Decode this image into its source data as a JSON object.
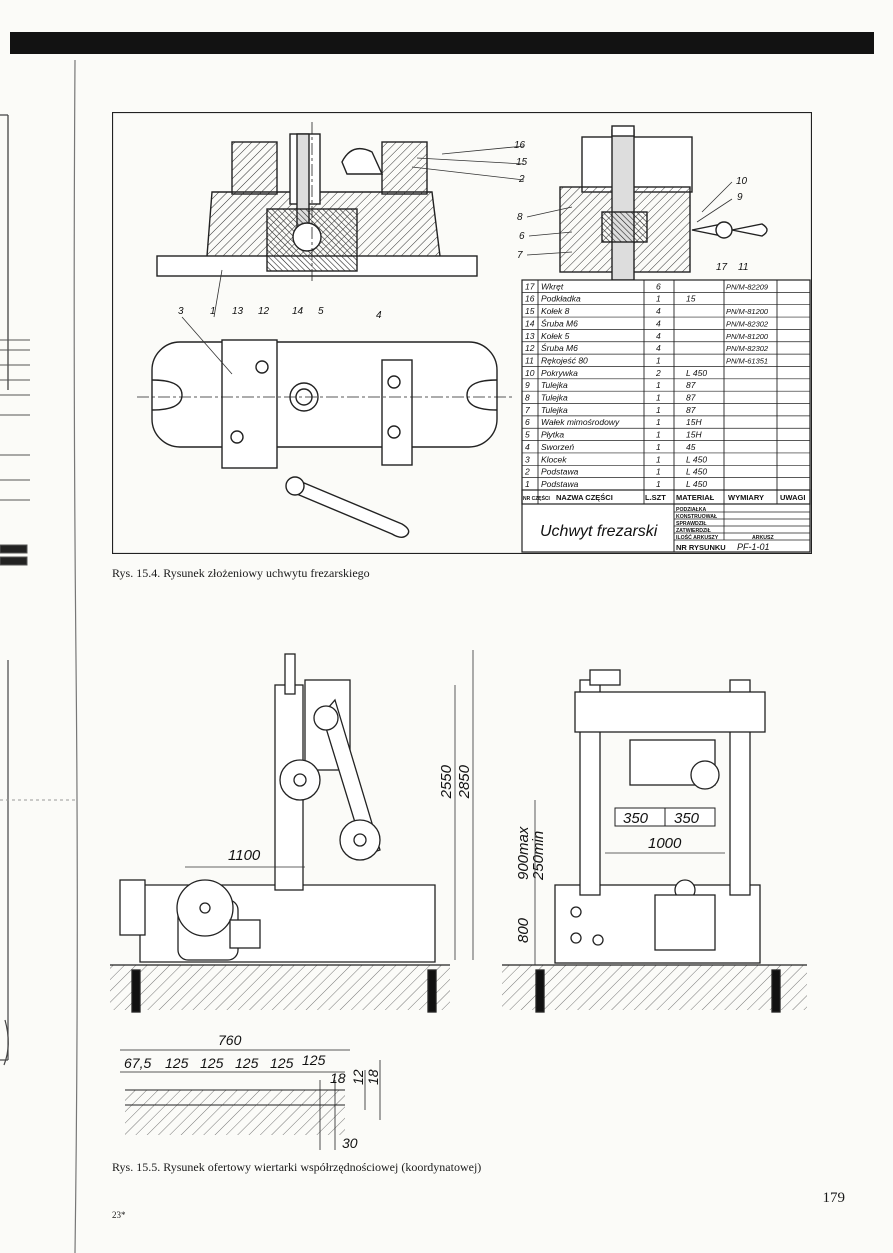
{
  "figure1": {
    "caption": "Rys. 15.4. Rysunek złożeniowy uchwytu frezarskiego",
    "callouts": [
      "16",
      "15",
      "2",
      "10",
      "9",
      "8",
      "6",
      "7",
      "17",
      "11",
      "3",
      "1",
      "13",
      "12",
      "14",
      "5",
      "4"
    ],
    "parts_table": {
      "rows": [
        {
          "no": "17",
          "name": "Wkręt",
          "qty": "6",
          "material": "",
          "dims": "PN/M-82209"
        },
        {
          "no": "16",
          "name": "Podkładka",
          "qty": "1",
          "material": "15",
          "dims": ""
        },
        {
          "no": "15",
          "name": "Kołek 8",
          "qty": "4",
          "material": "",
          "dims": "PN/M-81200"
        },
        {
          "no": "14",
          "name": "Śruba M6",
          "qty": "4",
          "material": "",
          "dims": "PN/M-82302"
        },
        {
          "no": "13",
          "name": "Kołek 5",
          "qty": "4",
          "material": "",
          "dims": "PN/M-81200"
        },
        {
          "no": "12",
          "name": "Śruba M6",
          "qty": "4",
          "material": "",
          "dims": "PN/M-82302"
        },
        {
          "no": "11",
          "name": "Rękojeść 80",
          "qty": "1",
          "material": "",
          "dims": "PN/M-61351"
        },
        {
          "no": "10",
          "name": "Pokrywka",
          "qty": "2",
          "material": "L 450",
          "dims": ""
        },
        {
          "no": "9",
          "name": "Tulejka",
          "qty": "1",
          "material": "87",
          "dims": ""
        },
        {
          "no": "8",
          "name": "Tulejka",
          "qty": "1",
          "material": "87",
          "dims": ""
        },
        {
          "no": "7",
          "name": "Tulejka",
          "qty": "1",
          "material": "87",
          "dims": ""
        },
        {
          "no": "6",
          "name": "Wałek mimośrodowy",
          "qty": "1",
          "material": "15H",
          "dims": ""
        },
        {
          "no": "5",
          "name": "Płytka",
          "qty": "1",
          "material": "15H",
          "dims": ""
        },
        {
          "no": "4",
          "name": "Sworzeń",
          "qty": "1",
          "material": "45",
          "dims": ""
        },
        {
          "no": "3",
          "name": "Klocek",
          "qty": "1",
          "material": "L 450",
          "dims": ""
        },
        {
          "no": "2",
          "name": "Podstawa",
          "qty": "1",
          "material": "L 450",
          "dims": ""
        },
        {
          "no": "1",
          "name": "Podstawa",
          "qty": "1",
          "material": "L 450",
          "dims": ""
        }
      ],
      "header": {
        "no": "NR CZĘŚCI",
        "name": "NAZWA CZĘŚCI",
        "qty": "L.SZT",
        "material": "MATERIAŁ",
        "dims": "WYMIARY",
        "notes": "UWAGI"
      },
      "title_block": {
        "title": "Uchwyt frezarski",
        "fields": [
          "PODZIAŁKA",
          "KONSTRUOWAŁ",
          "SPRAWDZIŁ",
          "ZATWIERDZIŁ"
        ],
        "sheets_label": "ILOŚĆ ARKUSZY",
        "sheet_label": "ARKUSZ",
        "drawing_no_label": "NR RYSUNKU",
        "drawing_no": "PF-1-01"
      }
    }
  },
  "figure2": {
    "caption": "Rys. 15.5. Rysunek ofertowy wiertarki współrzędnościowej (koordynatowej)",
    "dims_left": {
      "width": "1100",
      "height1": "2550",
      "height2": "2850"
    },
    "dims_right": {
      "d1": "350",
      "d2": "350",
      "width": "1000",
      "h_max": "900max",
      "h_min": "250min",
      "h_base": "800"
    },
    "dims_table": {
      "total": "760",
      "first": "67,5",
      "pitch": [
        "125",
        "125",
        "125",
        "125",
        "125"
      ],
      "slot": "18",
      "depth1": "12",
      "depth2": "18",
      "bottom": "30"
    }
  },
  "page": {
    "number": "179",
    "signature": "23*"
  }
}
